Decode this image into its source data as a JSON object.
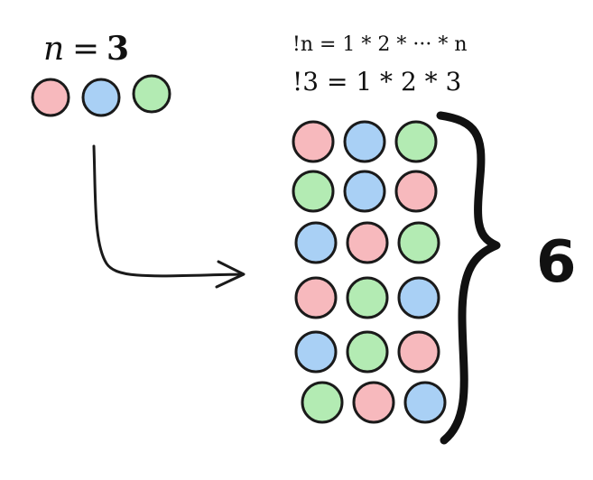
{
  "label_n": {
    "var": "n",
    "eq": "=",
    "value": "3"
  },
  "formula_general": "!n = 1 * 2 * ··· * n",
  "formula_specific": "!3 = 1 * 2 * 3",
  "count_label": "6",
  "colors": {
    "red": "#f7b9bd",
    "blue": "#a9d0f5",
    "green": "#b3ebb3",
    "stroke": "#1a1a1a"
  },
  "input_balls": [
    "red",
    "blue",
    "green"
  ],
  "permutations": [
    [
      "red",
      "blue",
      "green"
    ],
    [
      "green",
      "blue",
      "red"
    ],
    [
      "blue",
      "red",
      "green"
    ],
    [
      "red",
      "green",
      "blue"
    ],
    [
      "blue",
      "green",
      "red"
    ],
    [
      "green",
      "red",
      "blue"
    ]
  ],
  "icons": {
    "arrow": "curved-arrow-icon",
    "brace": "right-curly-brace-icon"
  }
}
